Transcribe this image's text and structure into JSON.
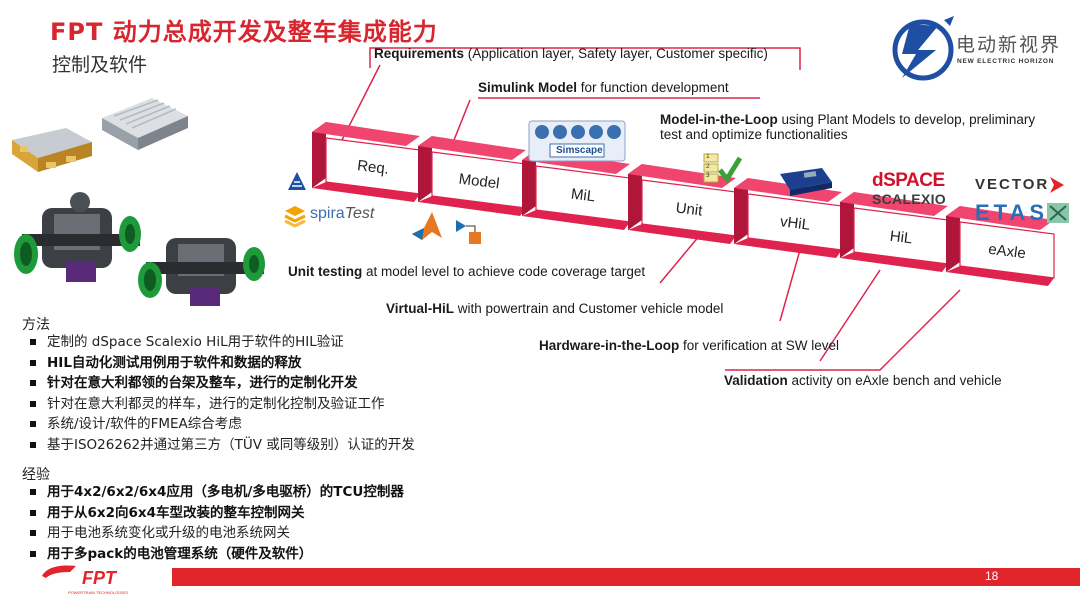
{
  "header": {
    "title": "FPT 动力总成开发及整车集成能力",
    "subtitle": "控制及软件"
  },
  "brand": {
    "name": "电动新视界",
    "tagline": "NEW ELECTRIC HORIZON",
    "color": "#1f4fa3"
  },
  "flow": {
    "accent": "#e0234e",
    "steps": [
      "Req.",
      "Model",
      "MiL",
      "Unit",
      "vHiL",
      "HiL",
      "eAxle"
    ]
  },
  "callouts": {
    "requirements": {
      "bold": "Requirements",
      "rest": " (Application layer, Safety layer, Customer specific)"
    },
    "simulink": {
      "bold": "Simulink Model",
      "rest": " for function development"
    },
    "mil": {
      "bold": "Model-in-the-Loop",
      "rest": " using Plant Models to develop, preliminary",
      "line2": "test and optimize functionalities"
    },
    "unit": {
      "bold": "Unit testing",
      "rest": " at model level to achieve code coverage target"
    },
    "vhil": {
      "bold": "Virtual-HiL",
      "rest": " with powertrain and Customer vehicle model"
    },
    "hil": {
      "bold": "Hardware-in-the-Loop",
      "rest": " for verification at SW level"
    },
    "validation": {
      "bold": "Validation",
      "rest": " activity on eAxle bench and vehicle"
    }
  },
  "tools": {
    "spira_a": "spira",
    "spira_b": "Test",
    "simscape": "Simscape",
    "checklist": [
      "1",
      "2",
      "3"
    ],
    "dspace": "dSPACE",
    "scalexio": "SCALEXIO",
    "vector": "VECTOR",
    "etas": "ETAS"
  },
  "methods": {
    "heading": "方法",
    "items": [
      {
        "text": "定制的 dSpace Scalexio HiL用于软件的HIL验证",
        "bold": false
      },
      {
        "text": "HIL自动化测试用例用于软件和数据的释放",
        "bold": true
      },
      {
        "text": "针对在意大利都领的台架及整车，进行的定制化开发",
        "bold": true
      },
      {
        "text": "针对在意大利都灵的样车，进行的定制化控制及验证工作",
        "bold": false
      },
      {
        "text": "系统/设计/软件的FMEA综合考虑",
        "bold": false
      },
      {
        "text": "基于ISO26262并通过第三方（TÜV 或同等级别）认证的开发",
        "bold": false
      }
    ]
  },
  "experience": {
    "heading": "经验",
    "items": [
      {
        "text": "用于4x2/6x2/6x4应用（多电机/多电驱桥）的TCU控制器",
        "bold": true
      },
      {
        "text": "用于从6x2向6x4车型改装的整车控制网关",
        "bold": true
      },
      {
        "text": "用于电池系统变化或升级的电池系统网关",
        "bold": false
      },
      {
        "text": "用于多pack的电池管理系统（硬件及软件）",
        "bold": true
      }
    ]
  },
  "footer": {
    "logo": "FPT",
    "logo_sub": "POWERTRAIN TECHNOLOGIES",
    "page": "18",
    "bar_color": "#e2242b"
  }
}
